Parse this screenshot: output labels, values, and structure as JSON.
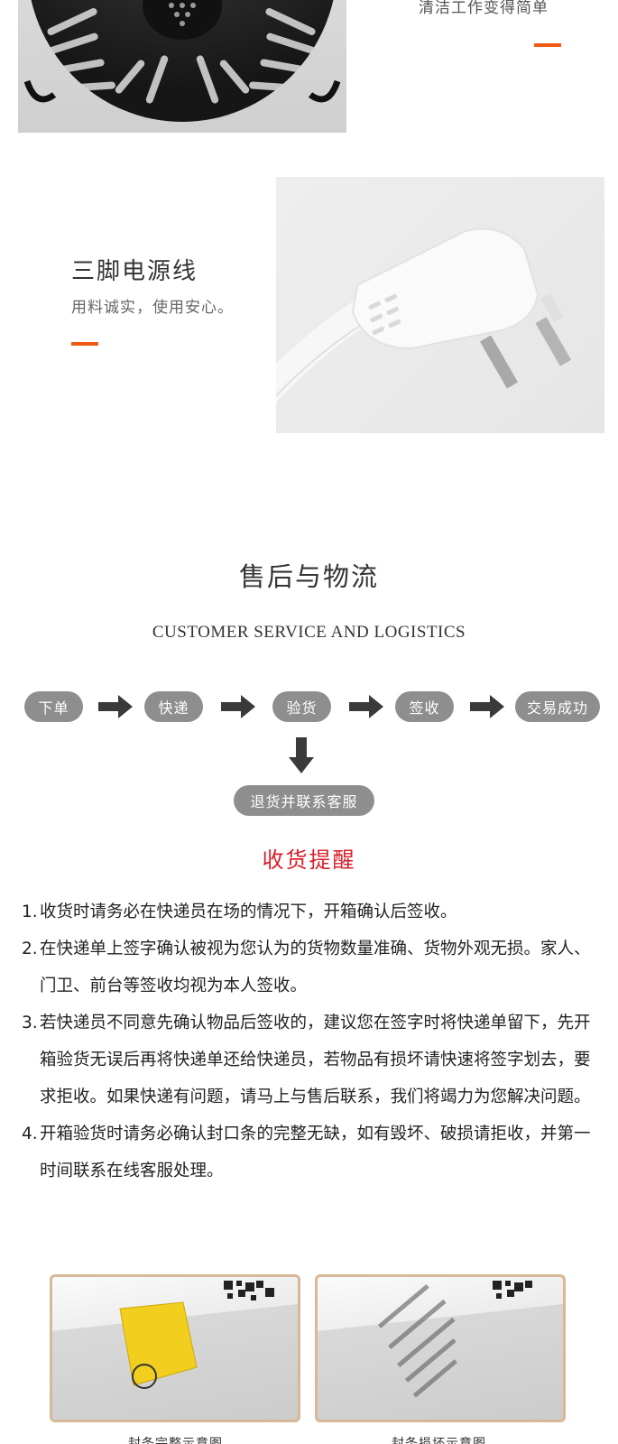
{
  "rack": {
    "caption": "清洁工作变得简单",
    "icon": "steamer-rack-photo"
  },
  "cord": {
    "title": "三脚电源线",
    "description": "用料诚实，使用安心。",
    "icon": "power-plug-photo"
  },
  "logistics": {
    "title": "售后与物流",
    "subtitle": "CUSTOMER SERVICE AND LOGISTICS",
    "steps": [
      "下单",
      "快递",
      "验货",
      "签收",
      "交易成功"
    ],
    "return_step": "退货并联系客服"
  },
  "reminder": {
    "title": "收货提醒",
    "notes": [
      {
        "num": "1.",
        "text": "收货时请务必在快递员在场的情况下，开箱确认后签收。"
      },
      {
        "num": "2.",
        "text": "在快递单上签字确认被视为您认为的货物数量准确、货物外观无损。家人、门卫、前台等签收均视为本人签收。"
      },
      {
        "num": "3.",
        "text": "若快递员不同意先确认物品后签收的，建议您在签字时将快递单留下，先开箱验货无误后再将快递单还给快递员，若物品有损坏请快速将签字划去，要求拒收。如果快递有问题，请马上与售后联系，我们将竭力为您解决问题。"
      },
      {
        "num": "4.",
        "text": "开箱验货时请务必确认封口条的完整无缺，如有毁坏、破损请拒收，并第一时间联系在线客服处理。"
      }
    ]
  },
  "seals": [
    {
      "caption": "封条完整示意图",
      "icon": "intact-seal-photo"
    },
    {
      "caption": "封条损坏示意图",
      "icon": "broken-seal-photo"
    }
  ],
  "colors": {
    "accent": "#f05a14",
    "reminder_red": "#d81e2a",
    "pill_gray": "#8e8e8e",
    "arrow": "#3a3a3a"
  }
}
